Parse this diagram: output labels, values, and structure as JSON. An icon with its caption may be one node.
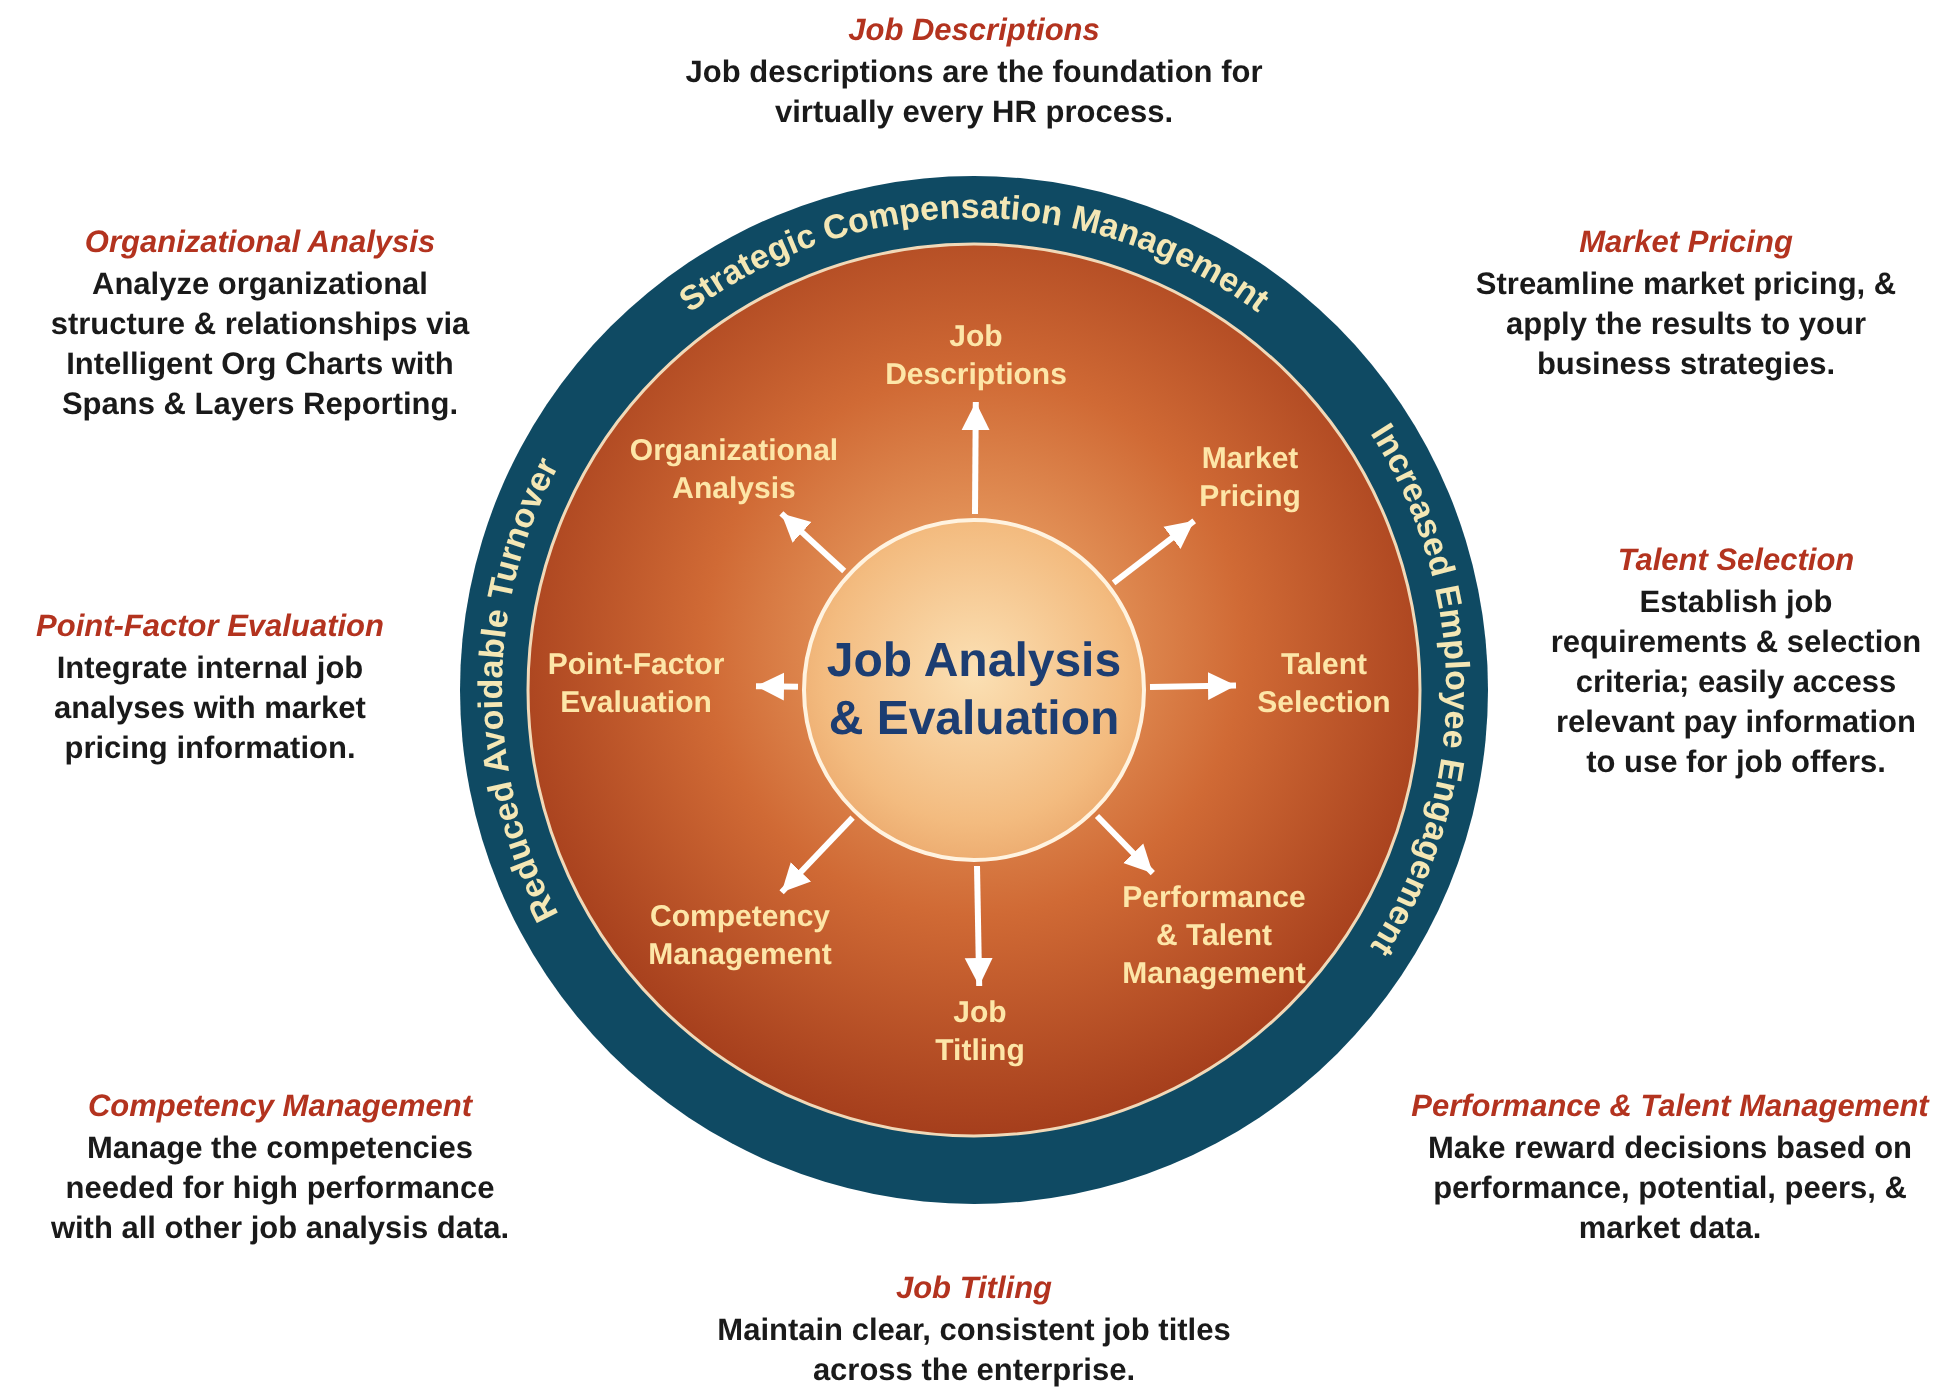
{
  "diagram": {
    "nodes": [
      {
        "text": [
          "Job Analysis & Evaluation"
        ]
      },
      {
        "text": [
          "Job Descriptions"
        ]
      },
      {
        "text": [
          "Market Pricing"
        ]
      },
      {
        "text": [
          "Talent Selection"
        ]
      },
      {
        "text": [
          "Performance & Talent Management"
        ]
      },
      {
        "text": [
          "Job Titling"
        ]
      },
      {
        "text": [
          "Competency Management"
        ]
      },
      {
        "text": [
          "Point-Factor Evaluation"
        ]
      },
      {
        "text": [
          "Organizational Analysis"
        ]
      }
    ],
    "edges": [
      {
        "from": 0,
        "to": 1,
        "arrow": "to"
      },
      {
        "from": 0,
        "to": 2,
        "arrow": "to"
      },
      {
        "from": 0,
        "to": 3,
        "arrow": "to"
      },
      {
        "from": 0,
        "to": 4,
        "arrow": "to"
      },
      {
        "from": 0,
        "to": 5,
        "arrow": "to"
      },
      {
        "from": 0,
        "to": 6,
        "arrow": "to"
      },
      {
        "from": 0,
        "to": 7,
        "arrow": "to"
      },
      {
        "from": 0,
        "to": 8,
        "arrow": "to"
      }
    ],
    "labels": [
      "Job Descriptions",
      "Job descriptions are the foundation for virtually every HR process.",
      "Organizational Analysis",
      "Analyze organizational structure & relationships via Intelligent Org Charts with Spans & Layers Reporting.",
      "Market Pricing",
      "Streamline market pricing, & apply the results to your business strategies.",
      "Strategic Compensation Management",
      "Talent Selection",
      "Establish job requirements & selection criteria; easily access relevant pay information to use for job offers.",
      "Point-Factor Evaluation",
      "Integrate internal job analyses with market pricing information.",
      "Increased Employee Engagement",
      "Reduced Avoidable Turnover",
      "Competency Management",
      "Manage the competencies needed for high performance with all other job analysis data.",
      "Performance & Talent Management",
      "Make reward decisions based on performance, potential, peers, & market data.",
      "Job Titling",
      "Maintain clear, consistent job titles across the enterprise."
    ]
  }
}
